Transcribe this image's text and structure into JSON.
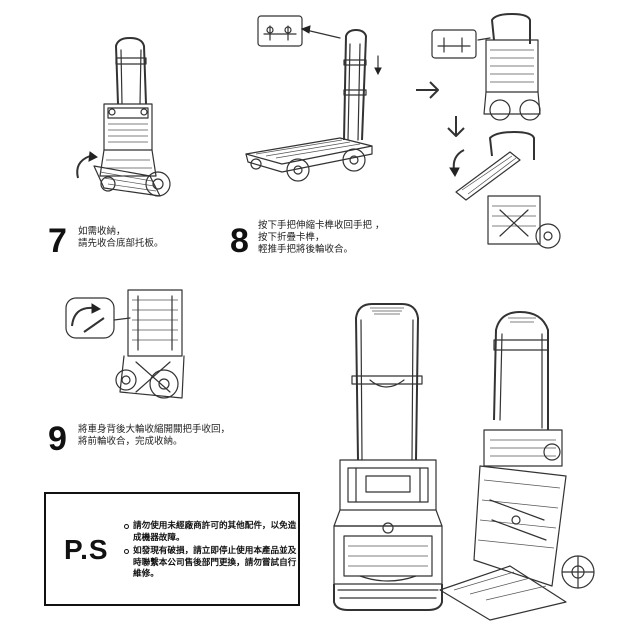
{
  "steps": [
    {
      "number": "7",
      "text": "如需收納，\n請先收合底部托板。"
    },
    {
      "number": "8",
      "text": "按下手把伸縮卡榫收回手把 ，\n按下折疊卡榫，\n輕推手把將後輪收合。"
    },
    {
      "number": "9",
      "text": "將車身背後大輪收縮開關把手收回，\n將前輪收合，完成收納。"
    }
  ],
  "ps": {
    "title": "P.S",
    "notes": [
      "請勿使用未經廠商許可的其他配件，以免造成機器故障。",
      "如發現有破損，請立即停止使用本產品並及時聯繫本公司售後部門更換，請勿嘗試自行維修。"
    ]
  },
  "icons": [
    "arrow-right-icon",
    "arrow-down-icon",
    "rotate-arrow-icon"
  ],
  "colors": {
    "ink": "#1a1a1a",
    "background": "#ffffff"
  }
}
